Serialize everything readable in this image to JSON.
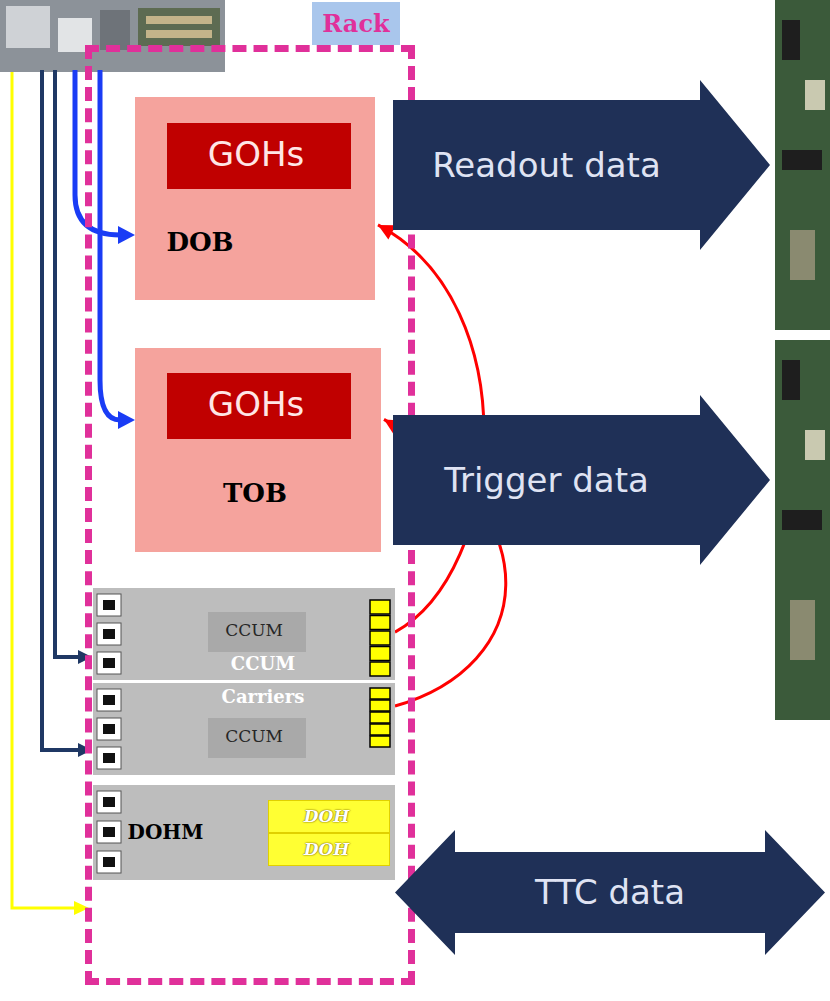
{
  "diagram": {
    "nodes": [
      {
        "text": [
          "Rack"
        ]
      },
      {
        "text": [
          "DOB"
        ],
        "in": 0
      },
      {
        "text": [
          "GOHs"
        ],
        "in": 1
      },
      {
        "text": [
          "Readout data"
        ]
      },
      {
        "text": [
          "TOB"
        ],
        "in": 0
      },
      {
        "text": [
          "GOHs"
        ],
        "in": 4
      },
      {
        "text": [
          "Trigger data"
        ]
      },
      {
        "text": [
          "CCUM"
        ],
        "in": 0
      },
      {
        "text": [
          "CCUM"
        ],
        "in": 7
      },
      {
        "text": [
          "Carriers"
        ],
        "in": 0
      },
      {
        "text": [
          "CCUM"
        ],
        "in": 9
      },
      {
        "text": [
          "DOHM"
        ],
        "in": 0
      },
      {
        "text": [
          "DOH"
        ],
        "in": 11
      },
      {
        "text": [
          "DOH"
        ],
        "in": 11
      },
      {
        "text": [
          "TTC data"
        ]
      }
    ],
    "edges": [
      {
        "from": 7,
        "to": 1,
        "arrow": "to"
      },
      {
        "from": 9,
        "to": 4,
        "arrow": "to"
      }
    ]
  }
}
